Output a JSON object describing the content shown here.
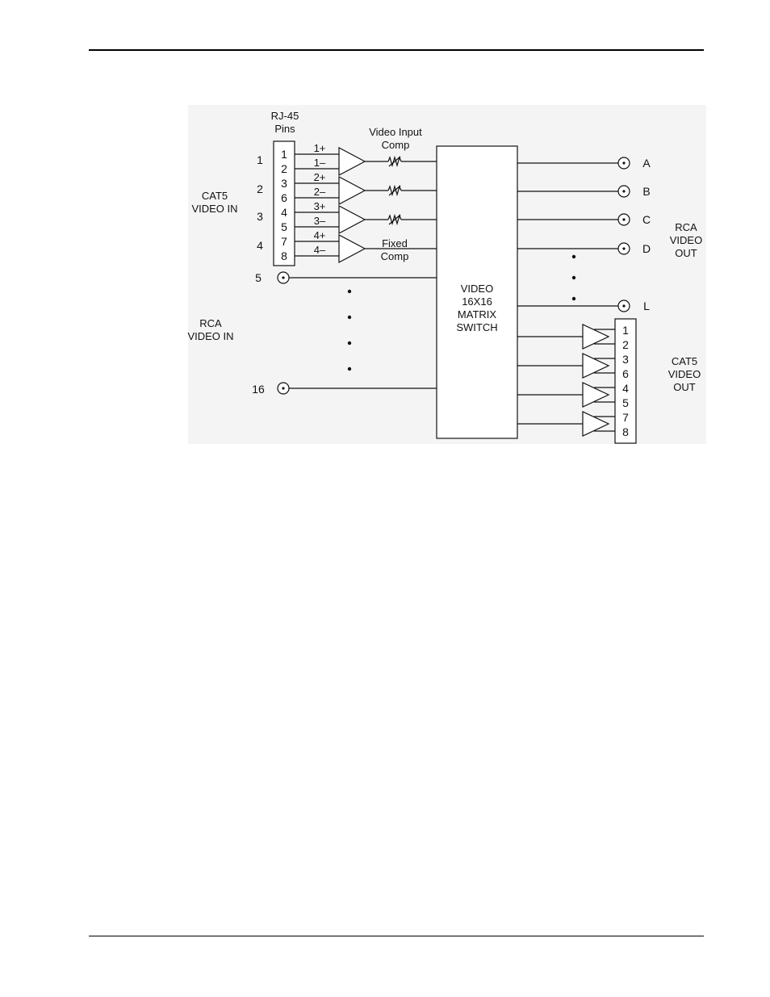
{
  "header": {
    "rule": ""
  },
  "diagram": {
    "rj45_title": [
      "RJ-45",
      "Pins"
    ],
    "comp_variable_label": [
      "Video Input",
      "Comp"
    ],
    "comp_fixed_label": [
      "Fixed",
      "Comp"
    ],
    "cat5_in_label": [
      "CAT5",
      "VIDEO IN"
    ],
    "rca_in_label": [
      "RCA",
      "VIDEO IN"
    ],
    "rca_out_label": [
      "RCA",
      "VIDEO",
      "OUT"
    ],
    "cat5_out_label": [
      "CAT5",
      "VIDEO",
      "OUT"
    ],
    "switch_label": [
      "VIDEO",
      "16X16",
      "MATRIX",
      "SWITCH"
    ],
    "input_numbers": [
      "1",
      "2",
      "3",
      "4"
    ],
    "rca_input_first": "5",
    "rca_input_last": "16",
    "rj45_in_pins": [
      "1",
      "2",
      "3",
      "6",
      "4",
      "5",
      "7",
      "8"
    ],
    "pair_signals": [
      "1+",
      "1–",
      "2+",
      "2–",
      "3+",
      "3–",
      "4+",
      "4–"
    ],
    "rca_outputs": [
      "A",
      "B",
      "C",
      "D",
      "L"
    ],
    "rj45_out_pins": [
      "1",
      "2",
      "3",
      "6",
      "4",
      "5",
      "7",
      "8"
    ]
  }
}
